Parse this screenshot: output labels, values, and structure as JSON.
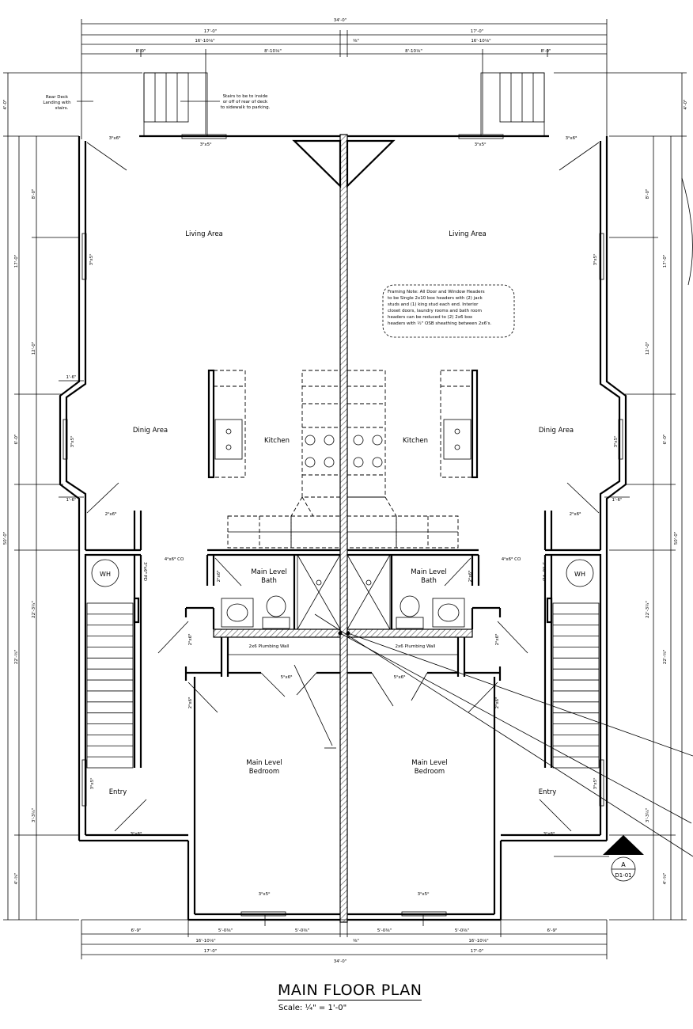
{
  "title": "MAIN FLOOR PLAN",
  "scale": "Scale: ¼\" = 1'-0\"",
  "dimensions": {
    "overall": "34'-0\"",
    "half": "17'-0\"",
    "half_inner": "16'-10⅛\"",
    "party": "⅜\"",
    "top_left": "8'-0\"",
    "top_mid": "8'-10⅛\"",
    "bottom_left": "6'-9\"",
    "bottom_mid": "5'-0⅜\"",
    "side_4": "4'-0\"",
    "side_17": "17'-0\"",
    "side_8": "8'-0\"",
    "side_12": "12'-0\"",
    "side_6": "6'-0\"",
    "side_50": "50'-0\"",
    "side_22a": "22'-3¾\"",
    "side_22b": "22'-⅜\"",
    "side_3": "3'-3¾\"",
    "side_4b": "4'-⅜\"",
    "bump": "1'-6\""
  },
  "rooms": {
    "living": "Living Area",
    "dining": "Dinig Area",
    "kitchen": "Kitchen",
    "bath_1": "Main Level",
    "bath_2": "Bath",
    "bed_1": "Main Level",
    "bed_2": "Bedroom",
    "entry": "Entry",
    "wh": "WH"
  },
  "openings": {
    "win_3x5": "3⁰x5⁰",
    "door_3x6": "3⁰x6⁸",
    "door_2x6": "2⁰x6⁸",
    "door_4x6_co": "4⁰x6⁸ CO",
    "door_3x6_pd": "3⁰x6⁸ PD",
    "door_5x6": "5⁰x6⁸",
    "plumb": "2x6 Plumbing Wall"
  },
  "notes": {
    "deck": [
      "Rear Deck",
      "Landing with",
      "stairs."
    ],
    "stairs": [
      "Stairs to be to inside",
      "or off of rear of deck",
      "to sidewalk to parking."
    ],
    "framing": [
      "Framing Note: All Door and Window Headers",
      "to be Single 2x10 box headers with (2) jack",
      "studs and (1) king stud each end. Interior",
      "closet doors, laundry rooms and bath room",
      "headers can be reduced to (2) 2x6 box",
      "headers with ½\" OSB sheathing between 2x6's."
    ]
  },
  "section_marker": {
    "letter": "A",
    "sheet": "D1-01"
  },
  "colors": {
    "ink": "#000000",
    "paper": "#ffffff",
    "hatch": "#555555"
  }
}
